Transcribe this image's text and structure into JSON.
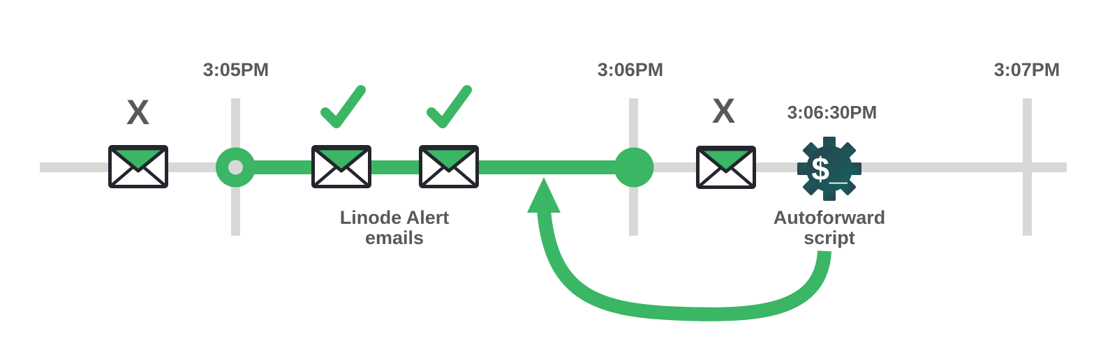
{
  "colors": {
    "green": "#3BB664",
    "timeline_gray": "#D8D8D8",
    "text_gray": "#58595B",
    "envelope_outline": "#23262C",
    "gear_gradient_start": "#2C4150",
    "gear_gradient_end": "#14625A"
  },
  "timeline": {
    "ticks": [
      {
        "label": "3:05PM"
      },
      {
        "label": "3:06PM"
      },
      {
        "label": "3:07PM"
      }
    ]
  },
  "marks": {
    "failed_glyph": "X",
    "gear_prompt": "$_"
  },
  "captions": {
    "alert_emails": {
      "line1": "Linode Alert",
      "line2": "emails"
    },
    "autoforward": {
      "line1": "Autoforward",
      "line2": "script",
      "time": "3:06:30PM"
    }
  },
  "icons": {
    "envelope": "envelope-icon",
    "check": "checkmark-icon",
    "x": "x-mark-glyph",
    "gear": "gear-terminal-icon",
    "ring": "open-circle-marker",
    "dot": "filled-circle-marker",
    "arrow": "curved-arrow-icon"
  }
}
